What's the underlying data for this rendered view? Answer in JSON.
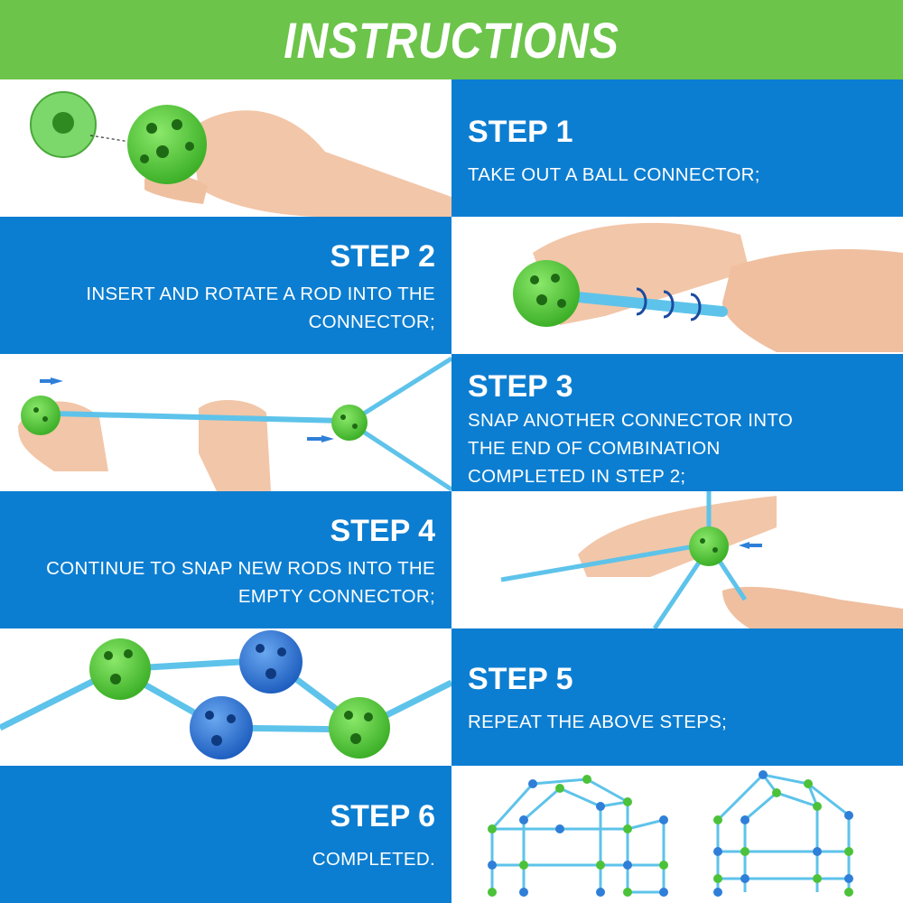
{
  "header": {
    "title": "INSTRUCTIONS"
  },
  "steps": [
    {
      "title": "STEP 1",
      "description": "TAKE OUT A BALL CONNECTOR;"
    },
    {
      "title": "STEP 2",
      "description": "INSERT AND ROTATE A ROD INTO THE\nCONNECTOR;"
    },
    {
      "title": "STEP 3",
      "description": "SNAP ANOTHER CONNECTOR INTO\nTHE END OF COMBINATION\nCOMPLETED IN STEP 2;"
    },
    {
      "title": "STEP 4",
      "description": "CONTINUE TO SNAP NEW RODS INTO THE\nEMPTY CONNECTOR;"
    },
    {
      "title": "STEP 5",
      "description": "REPEAT THE ABOVE STEPS;"
    },
    {
      "title": "STEP 6",
      "description": "COMPLETED."
    }
  ],
  "colors": {
    "header": "#6cc44a",
    "panel": "#0c7ed1",
    "ball_green": "#5ccf3e",
    "ball_blue": "#2f7fd8",
    "rod": "#5ec3ea"
  }
}
